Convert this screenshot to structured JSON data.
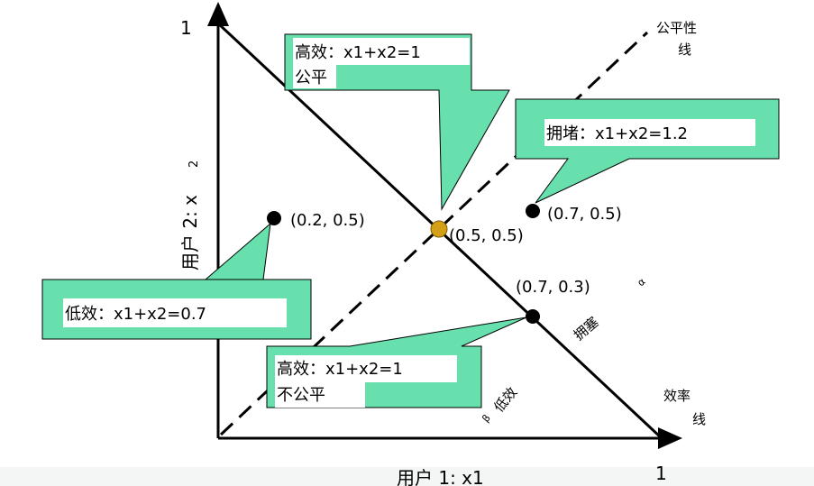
{
  "axes": {
    "y_top_label": "1",
    "x_right_label": "1",
    "y_axis_label": "用户 2: x",
    "y_axis_subscript": "2",
    "x_axis_label": "用户 1: x1"
  },
  "lines": {
    "fairness_line_label_1": "公平性",
    "fairness_line_label_2": "线",
    "efficiency_line_label_1": "效率",
    "efficiency_line_label_2": "线"
  },
  "region_labels": {
    "congestion": "拥塞",
    "low_efficiency": "低效",
    "alpha_mark": "α",
    "beta_mark": "β"
  },
  "points": [
    {
      "label": "(0.2, 0.5)",
      "x": 0.2,
      "y": 0.5,
      "color": "#000000"
    },
    {
      "label": "(0.5, 0.5)",
      "x": 0.5,
      "y": 0.5,
      "color": "#d4a017"
    },
    {
      "label": "(0.7, 0.5)",
      "x": 0.7,
      "y": 0.5,
      "color": "#000000"
    },
    {
      "label": "(0.7, 0.3)",
      "x": 0.7,
      "y": 0.3,
      "color": "#000000"
    }
  ],
  "callouts": {
    "efficient_fair": {
      "line1": "高效：x1+x2=1",
      "line2": "公平"
    },
    "congestion": {
      "line1": "拥堵：x1+x2=1.2"
    },
    "inefficient": {
      "line1": "低效：x1+x2=0.7"
    },
    "efficient_unfair": {
      "line1": "高效：x1+x2=1",
      "line2": "不公平"
    }
  },
  "colors": {
    "callout_fill": "#67e0ad",
    "fair_point": "#d4a017"
  }
}
